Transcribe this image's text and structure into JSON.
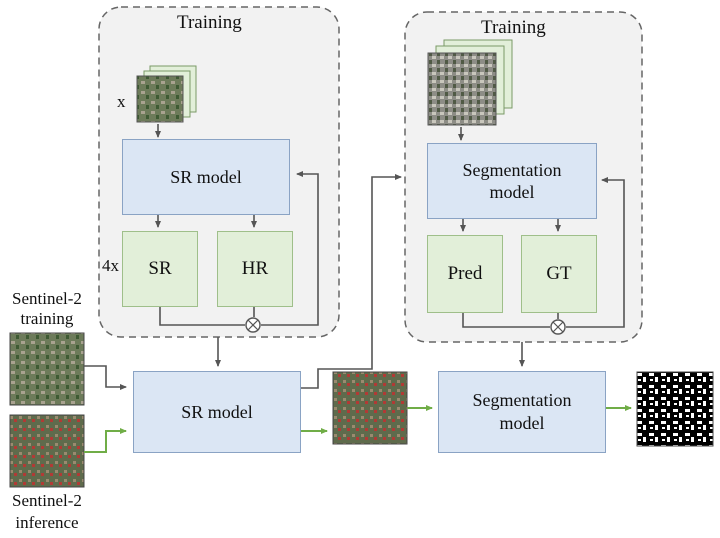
{
  "panels": {
    "training_left_title": "Training",
    "training_right_title": "Training"
  },
  "left_training": {
    "input_label": "x",
    "model": "SR model",
    "scale_label": "4x",
    "sr": "SR",
    "hr": "HR"
  },
  "right_training": {
    "model_line1": "Segmentation",
    "model_line2": "model",
    "pred": "Pred",
    "gt": "GT"
  },
  "inputs": {
    "training_line1": "Sentinel-2",
    "training_line2": "training",
    "inference_line1": "Sentinel-2",
    "inference_line2": "inference"
  },
  "pipeline": {
    "sr_model": "SR model",
    "seg_model_line1": "Segmentation",
    "seg_model_line2": "model"
  },
  "colors": {
    "model_fill": "#dbe6f4",
    "output_fill": "#e2efd9",
    "panel_fill": "#f2f2f2",
    "training_arrow": "#555555",
    "inference_arrow": "#70ad47"
  }
}
